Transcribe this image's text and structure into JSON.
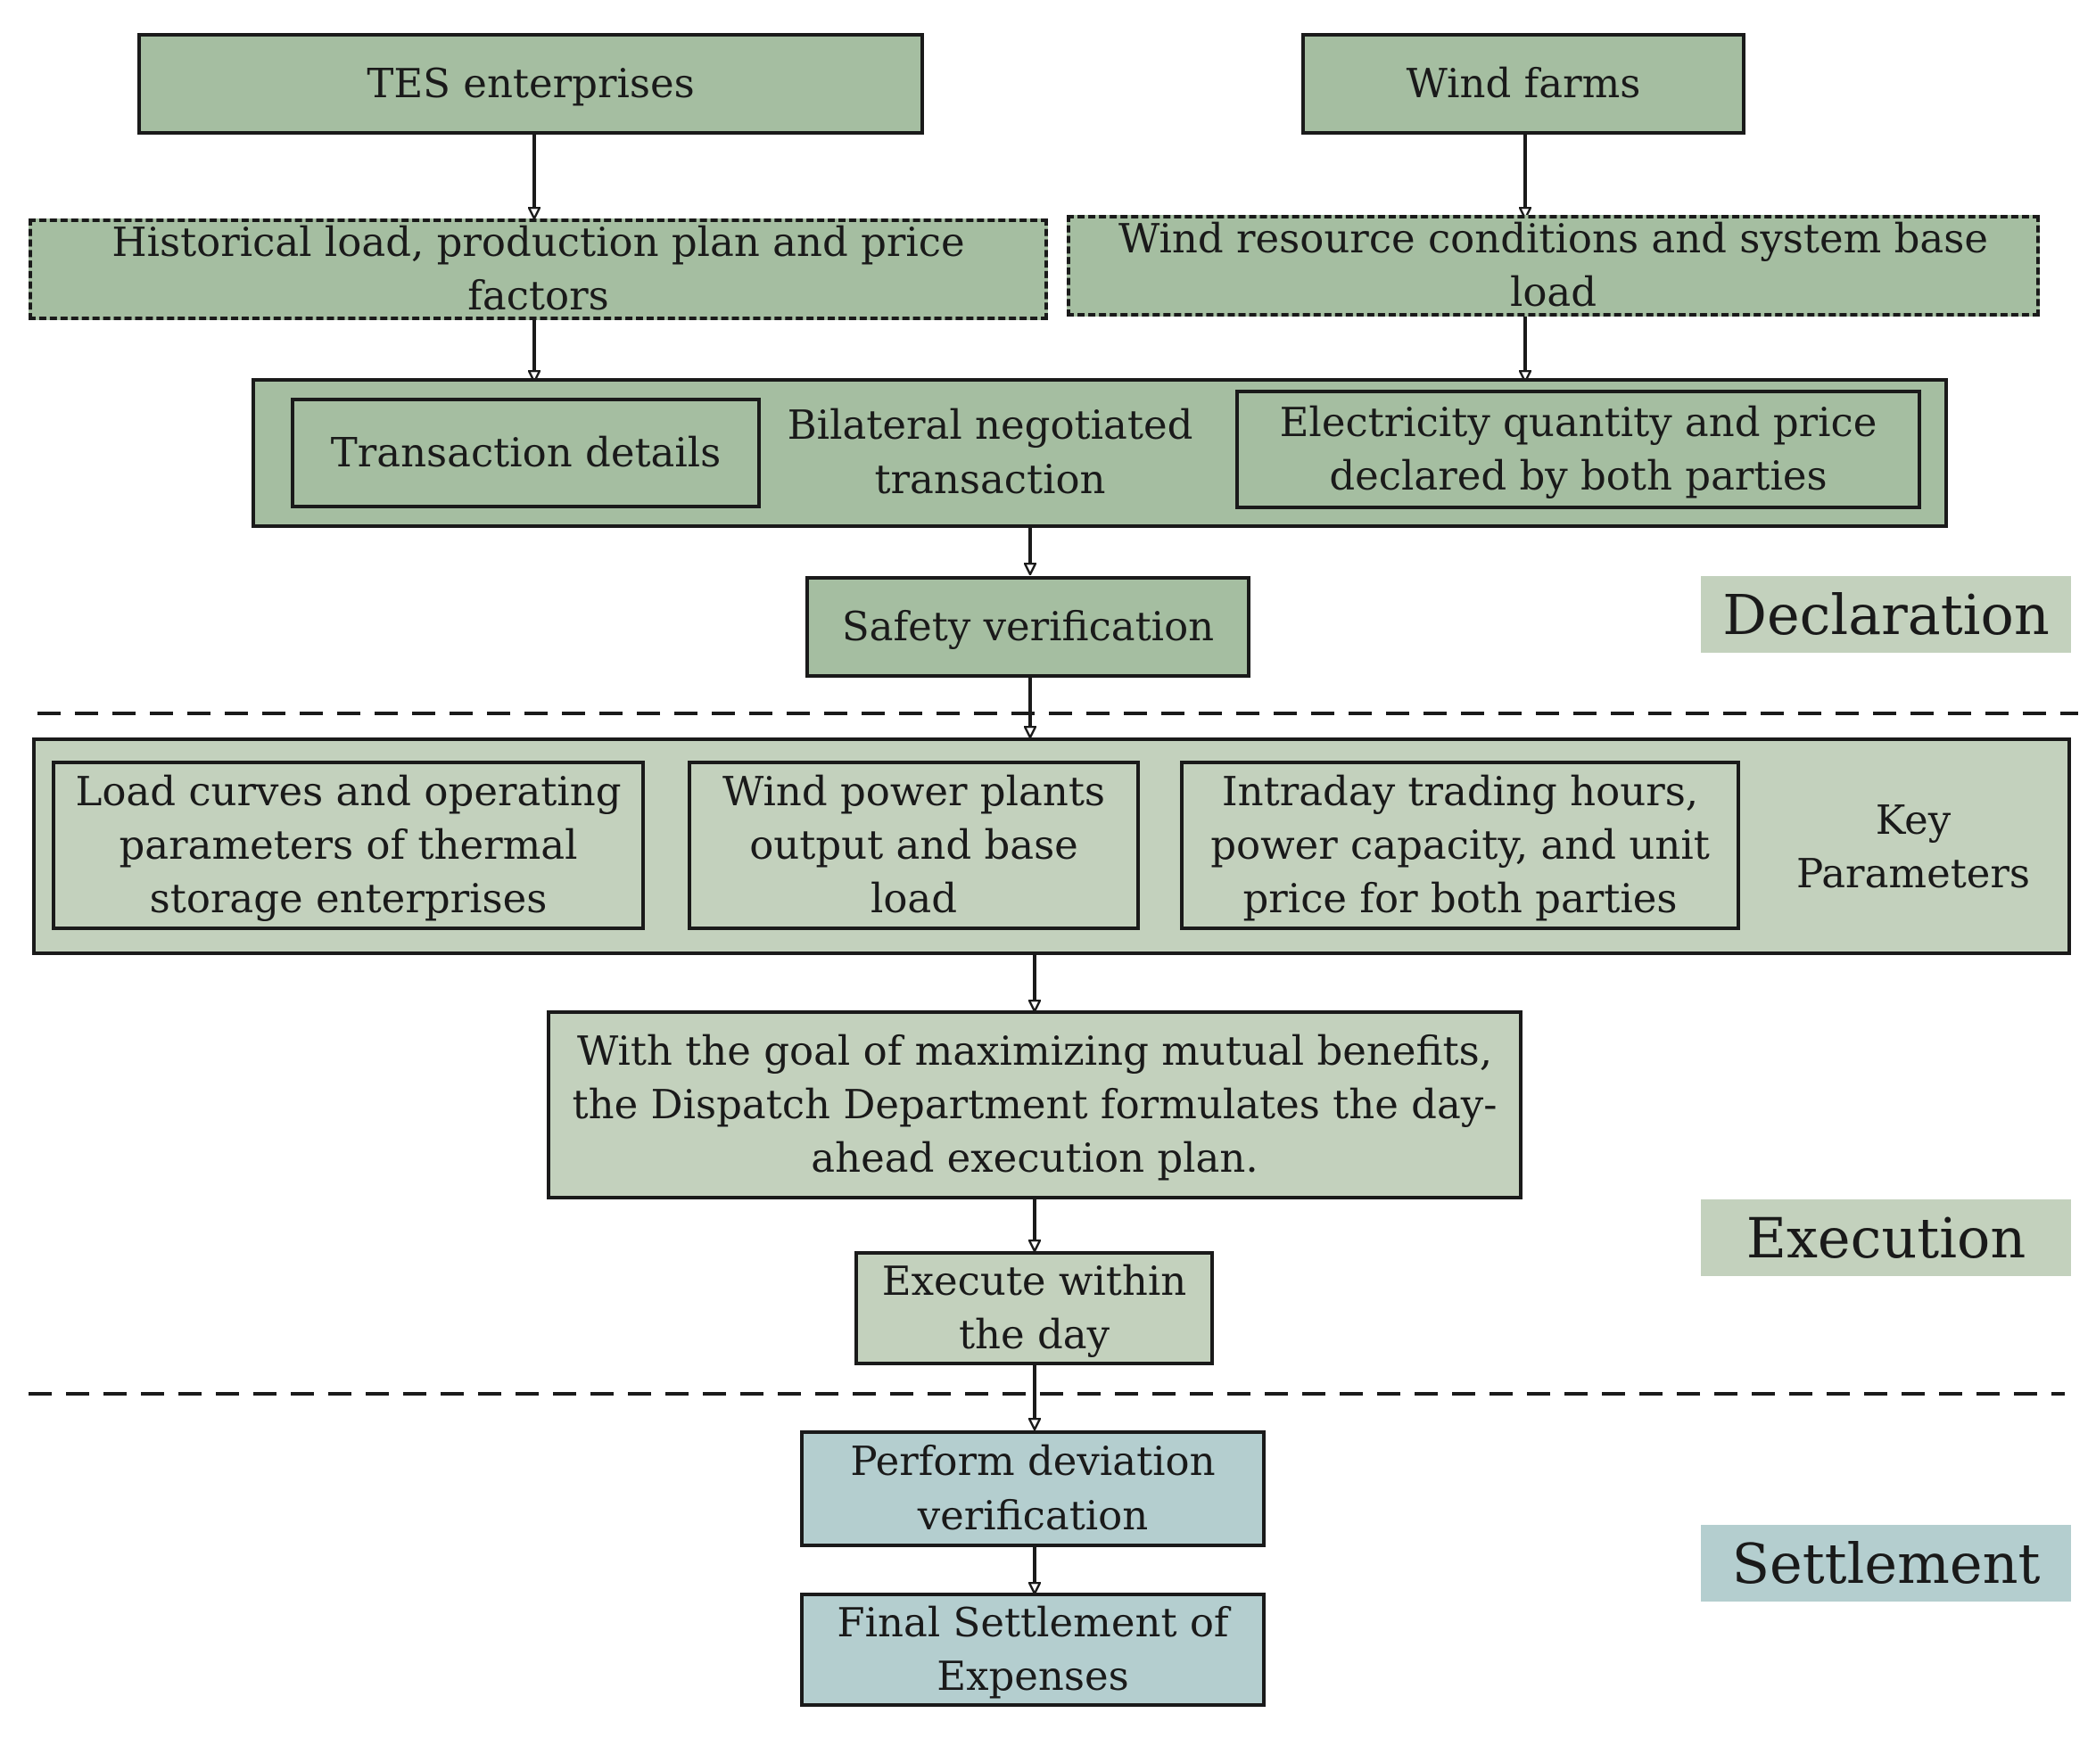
{
  "sources": {
    "tes": "TES enterprises",
    "wind": "Wind  farms"
  },
  "factors": {
    "tes": "Historical load, production plan and price\nfactors",
    "wind": "Wind resource conditions and system base\nload"
  },
  "bilateral": {
    "transaction_details": "Transaction details",
    "center": "Bilateral negotiated\ntransaction",
    "declared": "Electricity quantity and price\ndeclared by both parties"
  },
  "safety": "Safety verification",
  "key_parameters": {
    "load_curves": "Load curves and operating\nparameters of thermal\nstorage enterprises",
    "wind_output": "Wind power plants\noutput and base\nload",
    "intraday": "Intraday trading hours,\npower capacity, and unit\nprice for both parties",
    "label": "Key\nParameters"
  },
  "dispatch": "With the goal of maximizing mutual benefits,\nthe Dispatch Department formulates the day-\nahead execution plan.",
  "execute": "Execute within\nthe day",
  "deviation": "Perform deviation\nverification",
  "final_settlement": "Final Settlement of\nExpenses",
  "stages": {
    "declaration": "Declaration",
    "execution": "Execution",
    "settlement": "Settlement"
  },
  "colors": {
    "dark_green": "#a5bea1",
    "light_green": "#c3d1bd",
    "blue_gray": "#b4cecf",
    "line": "#1a1a1a"
  }
}
